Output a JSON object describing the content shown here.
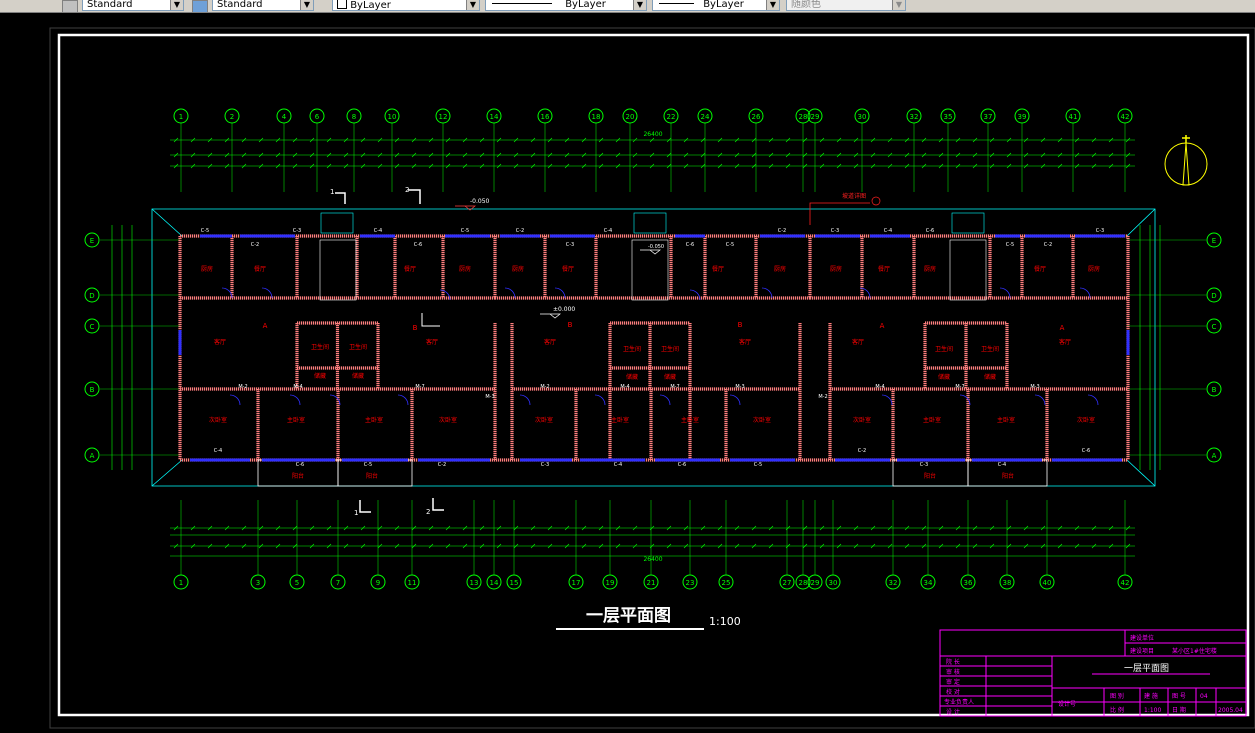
{
  "toolbar": {
    "text_style_value": "Standard",
    "dim_style_value": "Standard",
    "layer_value": "ByLayer",
    "linetype_value": "ByLayer",
    "lineweight_value": "ByLayer",
    "plotstyle_value": "随颜色"
  },
  "drawing": {
    "title": "一层平面图",
    "scale": "1:100",
    "overall_dim_top": "26400",
    "overall_dim_bottom": "26400",
    "top_axis_labels": [
      "1",
      "2",
      "4",
      "6",
      "8",
      "10",
      "12",
      "14",
      "16",
      "18",
      "20",
      "22",
      "24",
      "26",
      "28",
      "29",
      "30",
      "32",
      "35",
      "37",
      "39",
      "41",
      "42"
    ],
    "bottom_axis_labels": [
      "1",
      "3",
      "5",
      "7",
      "9",
      "11",
      "13",
      "14",
      "15",
      "17",
      "19",
      "21",
      "23",
      "25",
      "27",
      "28",
      "29",
      "30",
      "32",
      "34",
      "36",
      "38",
      "40",
      "42"
    ],
    "row_axis_labels": [
      "E",
      "D",
      "C",
      "B",
      "A"
    ],
    "rooms": {
      "kitchen": "厨房",
      "dining": "餐厅",
      "living": "客厅",
      "bath": "卫生间",
      "master_bed": "主卧室",
      "second_bed": "次卧室",
      "balcony": "阳台",
      "hall": "门厅",
      "store": "储藏"
    },
    "unit_labels": [
      "A",
      "B",
      "B",
      "B",
      "A"
    ],
    "window_tags": [
      "C-5",
      "C-2",
      "C-3",
      "C-4",
      "C-6"
    ],
    "door_tags": [
      "M-2",
      "M-4",
      "M-7",
      "M-3"
    ],
    "elevation_0": "±0.000",
    "elevation_neg": "-0.050",
    "elevation_outside": "-0.050",
    "section_1": "1",
    "section_2": "2",
    "note_tag": "坡道详图"
  },
  "title_block": {
    "r1": "建设单位",
    "r2": "建设项目",
    "r2_value": "某小区1#住宅楼",
    "drawing_name": "一层平面图",
    "left_rows": [
      "院 长",
      "审 核",
      "审 定",
      "校 对",
      "专业负责人",
      "设 计"
    ],
    "design_no_label": "设计号",
    "c1": "图 别",
    "c1v": "建 施",
    "c2": "图 号",
    "c2v": "04",
    "c3": "比 例",
    "c3v": "1:100",
    "c4": "日 期",
    "c4v": "2005.04"
  },
  "colors": {
    "dim": "#00ff00",
    "wall": "#ff7f7f",
    "axis": "#00ff00",
    "text_red": "#ff0000",
    "window": "#3030ff",
    "frame": "#ffffff",
    "title_block": "#ff00ff",
    "cyan": "#00ffff"
  }
}
